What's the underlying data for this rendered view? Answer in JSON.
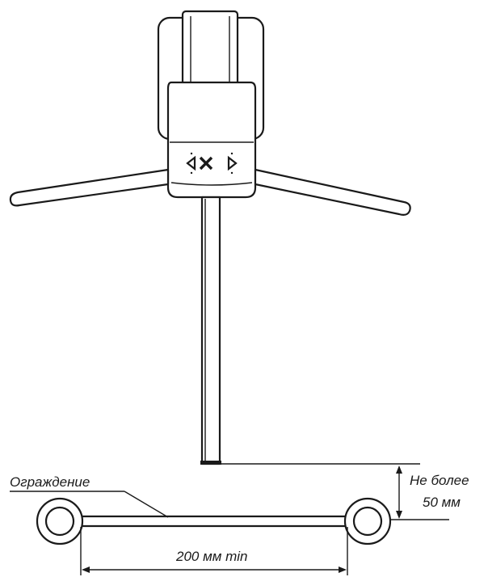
{
  "labels": {
    "fence": "Ограждение",
    "max_gap_line1": "Не более",
    "max_gap_line2": "50 мм",
    "min_distance": "200  мм min"
  }
}
